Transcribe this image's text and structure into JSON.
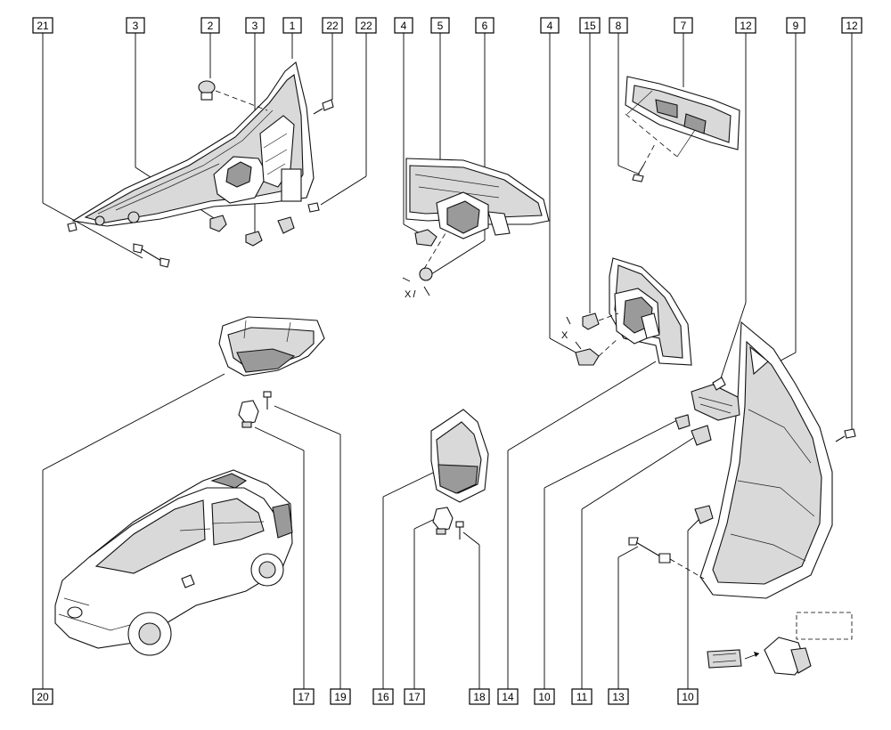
{
  "diagram": {
    "callouts_top": [
      {
        "id": "c21",
        "label": "21"
      },
      {
        "id": "c3a",
        "label": "3"
      },
      {
        "id": "c2",
        "label": "2"
      },
      {
        "id": "c3b",
        "label": "3"
      },
      {
        "id": "c1",
        "label": "1"
      },
      {
        "id": "c22a",
        "label": "22"
      },
      {
        "id": "c22b",
        "label": "22"
      },
      {
        "id": "c4a",
        "label": "4"
      },
      {
        "id": "c5",
        "label": "5"
      },
      {
        "id": "c6",
        "label": "6"
      },
      {
        "id": "c4b",
        "label": "4"
      },
      {
        "id": "c15",
        "label": "15"
      },
      {
        "id": "c8",
        "label": "8"
      },
      {
        "id": "c7",
        "label": "7"
      },
      {
        "id": "c12a",
        "label": "12"
      },
      {
        "id": "c9",
        "label": "9"
      },
      {
        "id": "c12b",
        "label": "12"
      }
    ],
    "callouts_bottom": [
      {
        "id": "b20",
        "label": "20"
      },
      {
        "id": "b17a",
        "label": "17"
      },
      {
        "id": "b19",
        "label": "19"
      },
      {
        "id": "b16",
        "label": "16"
      },
      {
        "id": "b17b",
        "label": "17"
      },
      {
        "id": "b18",
        "label": "18"
      },
      {
        "id": "b14",
        "label": "14"
      },
      {
        "id": "b10a",
        "label": "10"
      },
      {
        "id": "b11",
        "label": "11"
      },
      {
        "id": "b13",
        "label": "13"
      },
      {
        "id": "b10b",
        "label": "10"
      }
    ],
    "tightening_mark": "X"
  }
}
